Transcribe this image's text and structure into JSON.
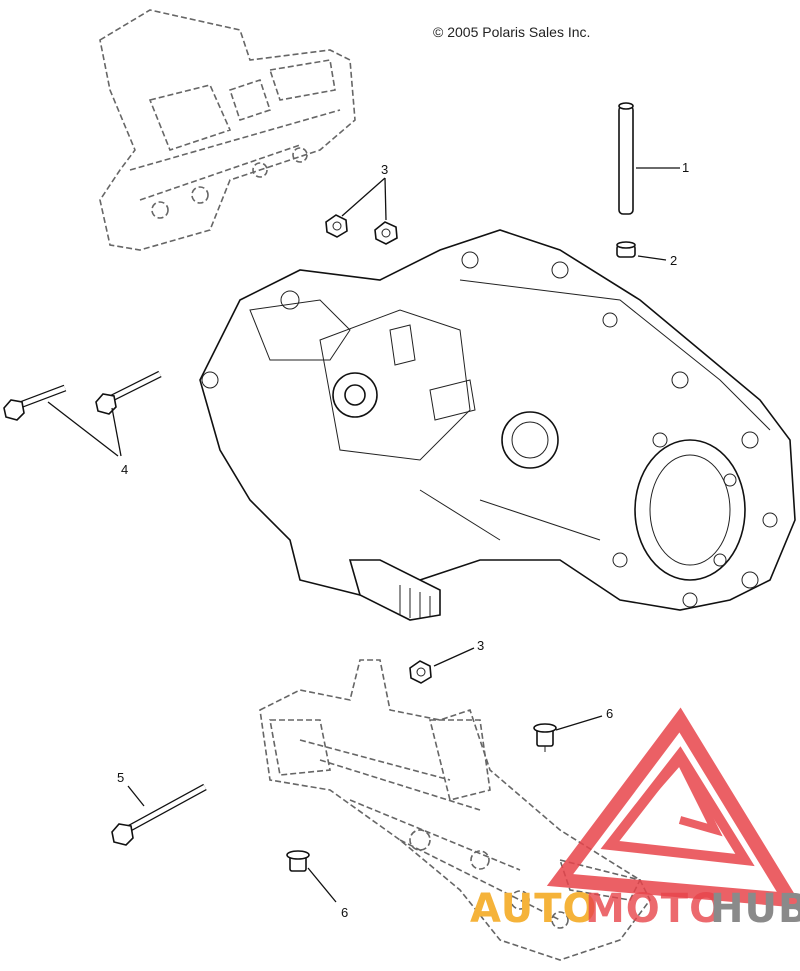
{
  "copyright": "© 2005 Polaris Sales Inc.",
  "callouts": [
    {
      "id": "c1",
      "text": "1"
    },
    {
      "id": "c2",
      "text": "2"
    },
    {
      "id": "c3a",
      "text": "3"
    },
    {
      "id": "c3b",
      "text": "3"
    },
    {
      "id": "c4",
      "text": "4"
    },
    {
      "id": "c5",
      "text": "5"
    },
    {
      "id": "c6a",
      "text": "6"
    },
    {
      "id": "c6b",
      "text": "6"
    }
  ],
  "watermark": {
    "part1": "AUTO",
    "part2": "MOTO",
    "part3": "HUB",
    "color_orange": "#f5b33a",
    "color_red": "#e8454b",
    "color_grey": "#8a8a8a"
  }
}
